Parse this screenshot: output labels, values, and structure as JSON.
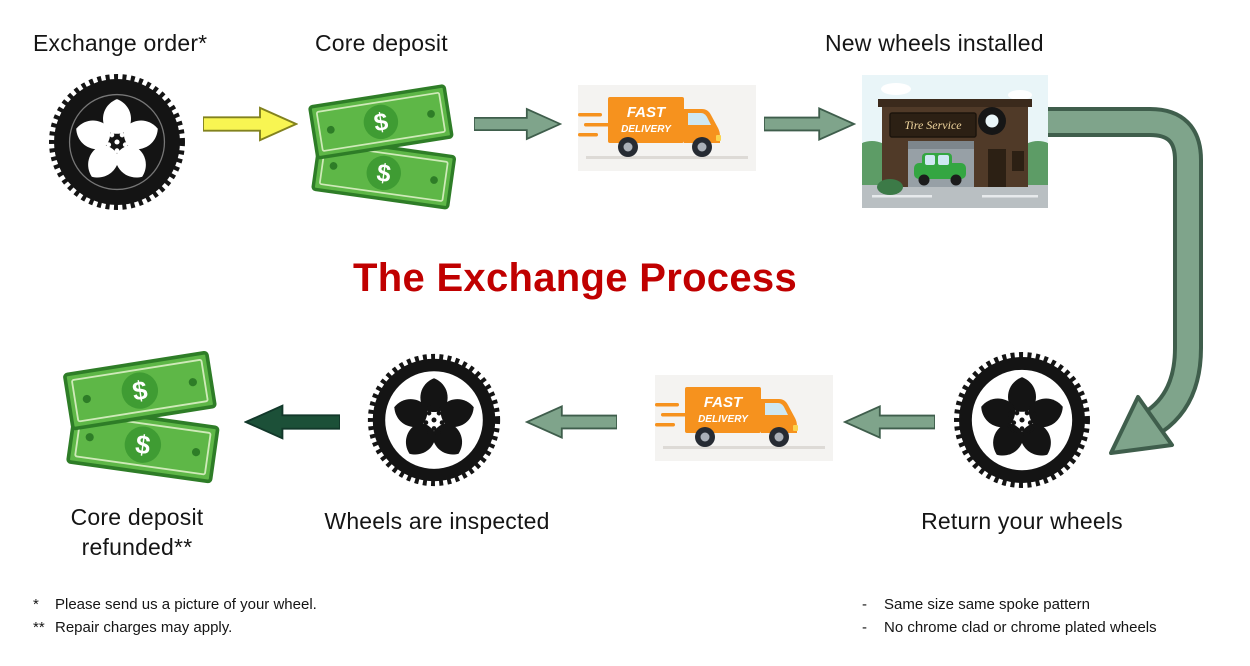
{
  "title": {
    "text": "The Exchange Process",
    "color": "#C00000"
  },
  "steps": {
    "exchange_order": {
      "label": "Exchange order*"
    },
    "core_deposit": {
      "label": "Core deposit"
    },
    "new_wheels_installed": {
      "label": "New wheels installed"
    },
    "core_deposit_refunded": {
      "label": "Core deposit refunded**"
    },
    "wheels_inspected": {
      "label": "Wheels are inspected"
    },
    "return_your_wheels": {
      "label": "Return your wheels"
    }
  },
  "truck": {
    "line1": "FAST",
    "line2": "DELIVERY"
  },
  "shop": {
    "sign": "Tire Service"
  },
  "money": {
    "symbol": "$"
  },
  "footnotes": {
    "left": [
      {
        "marker": "*",
        "text": "Please send us a picture of your wheel."
      },
      {
        "marker": "**",
        "text": "Repair charges may apply."
      }
    ],
    "right": [
      {
        "marker": "-",
        "text": "Same size same spoke pattern"
      },
      {
        "marker": "-",
        "text": "No chrome clad or chrome plated wheels"
      }
    ]
  },
  "colors": {
    "title_red": "#C00000",
    "money_green": "#5EB747",
    "money_green_dark": "#2E7D27",
    "truck_orange": "#F6921E",
    "arrow_yellow": "#F8F552",
    "arrow_sage": "#7FA48B",
    "arrow_sage_border": "#3F5E4C",
    "arrow_dark_green": "#1C5038",
    "wheel_black": "#141414"
  }
}
